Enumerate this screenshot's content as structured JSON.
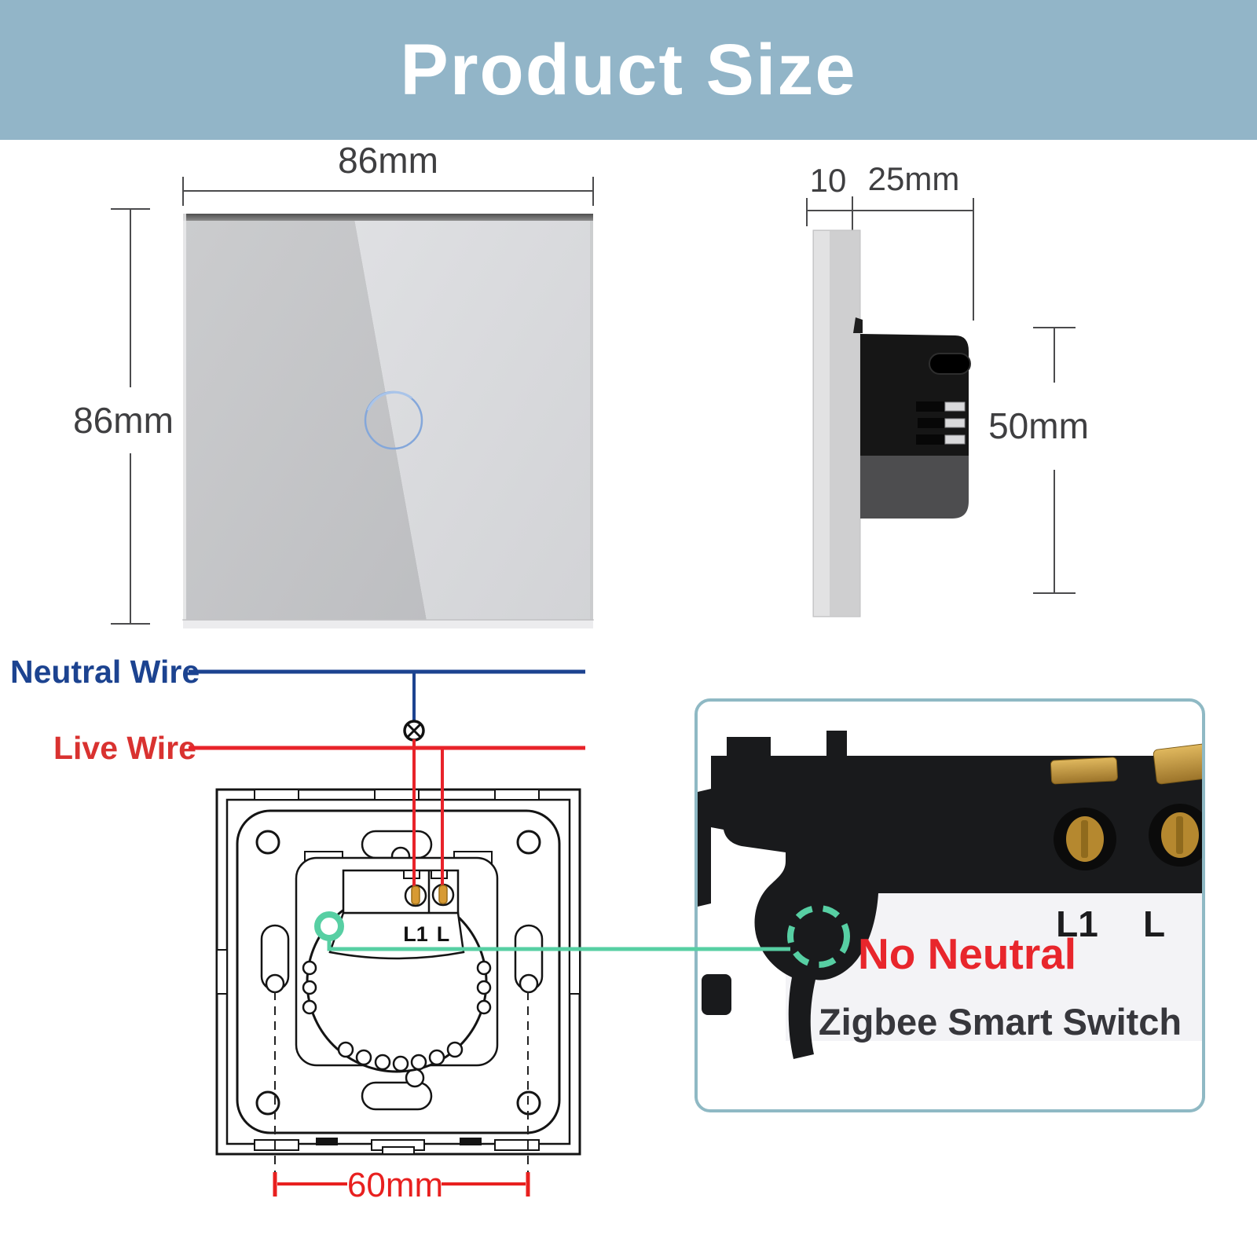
{
  "title": "Product Size",
  "front_view": {
    "width_label": "86mm",
    "height_label": "86mm"
  },
  "side_view": {
    "panel_depth_label": "10",
    "module_depth_label": "25mm",
    "module_height_label": "50mm"
  },
  "wiring_diagram": {
    "neutral_wire_label": "Neutral Wire",
    "live_wire_label": "Live Wire",
    "terminal_l1_label": "L1",
    "terminal_l_label": "L",
    "mounting_hole_spacing_label": "60mm"
  },
  "photo_inset": {
    "terminal_l1_label": "L1",
    "terminal_l_label": "L",
    "no_neutral_label": "No Neutral",
    "product_name_label": "Zigbee Smart Switch"
  },
  "icons": {
    "lamp": "circle-x-lamp-symbol",
    "touch_ring": "touch-indicator-circle",
    "no_neutral_marker": "teal-dashed-circle"
  },
  "colors": {
    "header_bg": "#92b5c8",
    "header_text": "#ffffff",
    "neutral_wire": "#1c4390",
    "live_wire": "#e8232a",
    "live_wire_text": "#d93230",
    "dimension_text": "#3f3f41",
    "dimension_red": "#e8201f",
    "teal_accent": "#57cfa3",
    "inset_border": "#8fb9c4",
    "no_neutral_text": "#e8262c",
    "touch_ring": "#84a7da"
  }
}
